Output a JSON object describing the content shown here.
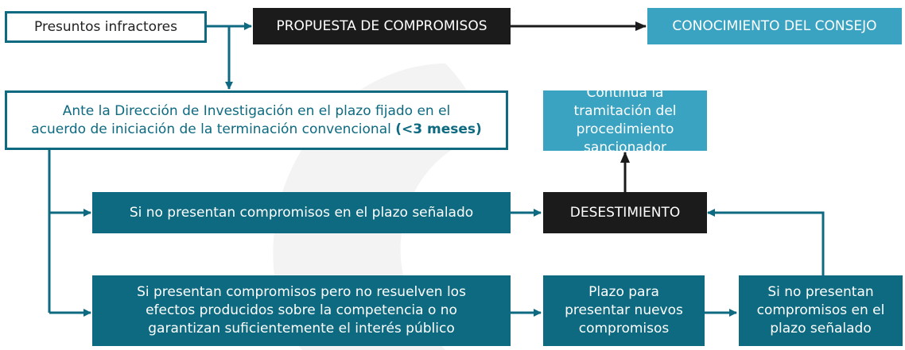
{
  "diagram": {
    "nodes": {
      "presuntos": "Presuntos infractores",
      "propuesta": "PROPUESTA DE COMPROMISOS",
      "conocimiento": "CONOCIMIENTO DEL CONSEJO",
      "ante_line1": "Ante la Dirección de Investigación en el plazo fijado en el",
      "ante_line2": "acuerdo de iniciación de la terminación convencional",
      "ante_bold": "(<3 meses)",
      "continua": "Continúa la tramitación del procedimiento sancionador",
      "si_no_presentan": "Si no presentan compromisos en el plazo señalado",
      "desestimiento": "DESESTIMIENTO",
      "si_presentan": "Si presentan compromisos pero no resuelven los efectos producidos sobre la competencia o no garantizan suficientemente el interés público",
      "plazo": "Plazo para presentar nuevos compromisos",
      "si_no_presentan_2": "Si no presentan compromisos en el plazo señalado"
    }
  },
  "colors": {
    "teal": "#0d6a80",
    "light_teal": "#3aa3c2",
    "black": "#1b1b1b",
    "white": "#ffffff"
  }
}
